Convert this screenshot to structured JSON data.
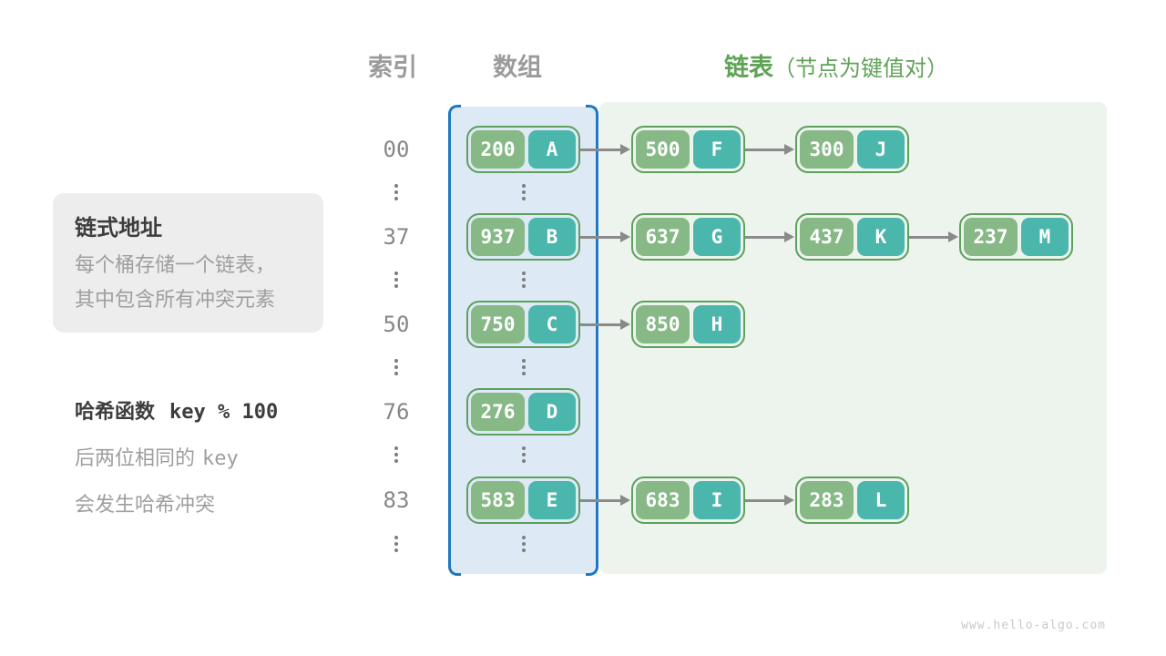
{
  "page": {
    "watermark": "www.hello-algo.com"
  },
  "headers": {
    "index": "索引",
    "array": "数组",
    "list": "链表",
    "list_note": "（节点为键值对）"
  },
  "callout": {
    "title": "链式地址",
    "line1": "每个桶存储一个链表，",
    "line2": "其中包含所有冲突元素"
  },
  "hash_note": {
    "title": "哈希函数",
    "formula": "key % 100",
    "line2_text": "后两位相同的",
    "line2_mono": "key",
    "line3": "会发生哈希冲突"
  },
  "colors": {
    "key_cell": "#87b987",
    "val_cell": "#4ab6ac",
    "node_border": "#5ca05c",
    "node_text": "#ffffff",
    "array_fill": "#ddeaf6",
    "array_stroke": "#1f78bf",
    "list_fill": "#edf4ed",
    "header_gray": "#9b9b9b",
    "accent_green": "#5fa357",
    "text_dark": "#3d3d3d",
    "text_gray": "#9e9e9e",
    "index_gray": "#878787",
    "arrow_gray": "#8a8a8a",
    "dot_gray": "#7d7d7d",
    "callout_bg": "#ededed",
    "watermark_gray": "#c9c9c9"
  },
  "table": {
    "rows": [
      {
        "type": "node",
        "index": "00",
        "array": {
          "key": "200",
          "val": "A"
        },
        "chain": [
          {
            "key": "500",
            "val": "F"
          },
          {
            "key": "300",
            "val": "J"
          }
        ]
      },
      {
        "type": "dots"
      },
      {
        "type": "node",
        "index": "37",
        "array": {
          "key": "937",
          "val": "B"
        },
        "chain": [
          {
            "key": "637",
            "val": "G"
          },
          {
            "key": "437",
            "val": "K"
          },
          {
            "key": "237",
            "val": "M"
          }
        ]
      },
      {
        "type": "dots"
      },
      {
        "type": "node",
        "index": "50",
        "array": {
          "key": "750",
          "val": "C"
        },
        "chain": [
          {
            "key": "850",
            "val": "H"
          }
        ]
      },
      {
        "type": "dots"
      },
      {
        "type": "node",
        "index": "76",
        "array": {
          "key": "276",
          "val": "D"
        },
        "chain": []
      },
      {
        "type": "dots"
      },
      {
        "type": "node",
        "index": "83",
        "array": {
          "key": "583",
          "val": "E"
        },
        "chain": [
          {
            "key": "683",
            "val": "I"
          },
          {
            "key": "283",
            "val": "L"
          }
        ]
      },
      {
        "type": "dots"
      }
    ]
  }
}
